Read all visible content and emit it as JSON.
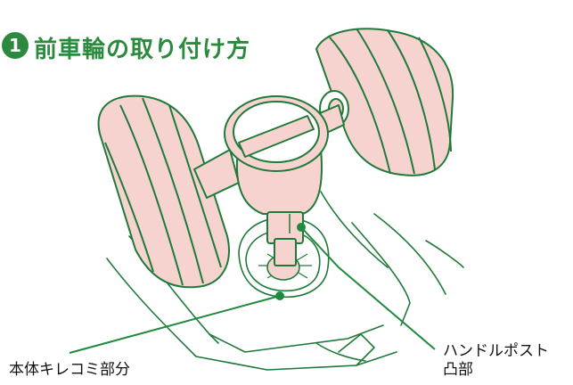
{
  "header": {
    "step_number": "1",
    "title": "前車輪の取り付け方"
  },
  "labels": {
    "body_slot": "本体キレコミ部分",
    "handle_post_line1": "ハンドルポスト",
    "handle_post_line2": "凸部"
  },
  "colors": {
    "accent": "#2b8a3e",
    "outline": "#1f7a3a",
    "wheel_fill": "#f6d3cf",
    "leader": "#1f8a3e"
  }
}
